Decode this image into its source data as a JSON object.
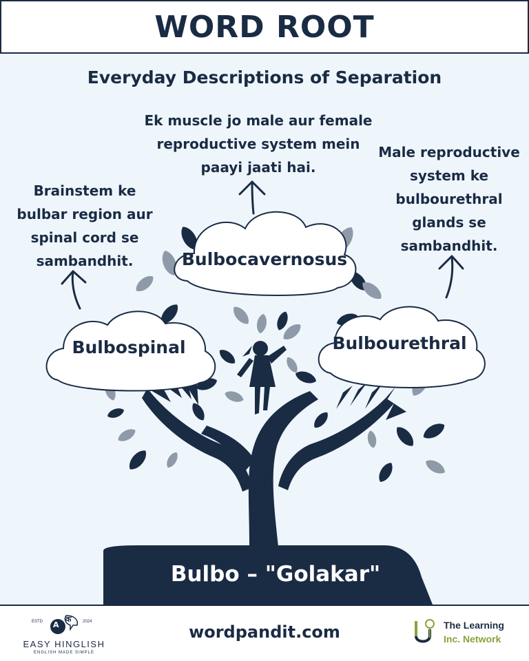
{
  "header": {
    "title": "WORD ROOT"
  },
  "subtitle": "Everyday Descriptions of Separation",
  "descriptions": {
    "center": [
      "Ek muscle jo male aur female",
      "reproductive system mein",
      "paayi jaati hai."
    ],
    "left": [
      "Brainstem ke",
      "bulbar region aur",
      "spinal cord se",
      "sambandhit."
    ],
    "right": [
      "Male reproductive",
      "system ke",
      "bulbourethral",
      "glands se",
      "sambandhit."
    ]
  },
  "words": {
    "center": "Bulbocavernosus",
    "left": "Bulbospinal",
    "right": "Bulbourethral"
  },
  "root": "Bulbo – \"Golakar\"",
  "footer": {
    "site": "wordpandit.com",
    "brand_left": {
      "name": "EASY HINGLISH",
      "tagline": "ENGLISH MADE SIMPLE",
      "estd": "ESTD",
      "year": "2024",
      "glyph_a": "A",
      "glyph_k": "क"
    },
    "brand_right": {
      "line1": "The Learning",
      "line2": "Inc. Network"
    }
  },
  "colors": {
    "navy": "#1a2b44",
    "background": "#eef6fc",
    "leaf_gray": "#8e9aa8",
    "accent_green": "#8aa33a"
  }
}
